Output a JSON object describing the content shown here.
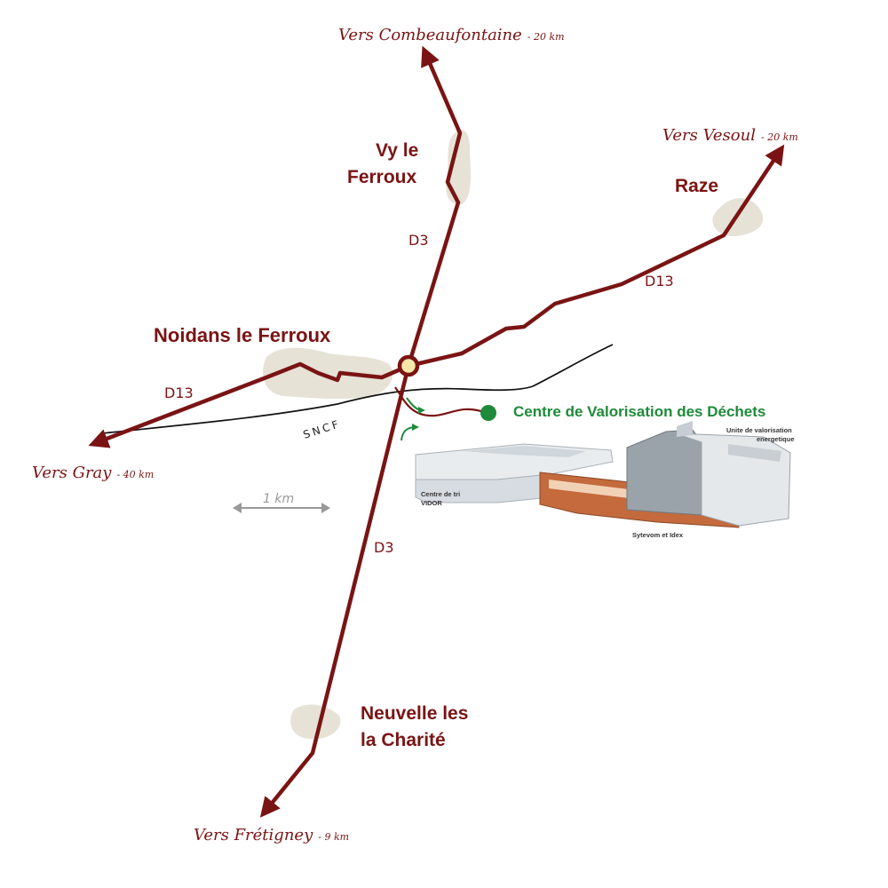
{
  "destinations": {
    "north": {
      "label": "Vers Combeaufontaine",
      "distance": "- 20 km"
    },
    "northeast": {
      "label": "Vers Vesoul",
      "distance": "- 20 km"
    },
    "west": {
      "label": "Vers Gray",
      "distance": "- 40 km"
    },
    "south": {
      "label": "Vers Frétigney",
      "distance": "- 9 km"
    }
  },
  "towns": {
    "vy_line1": "Vy le",
    "vy_line2": "Ferroux",
    "raze": "Raze",
    "noidans": "Noidans le Ferroux",
    "neuvelle_line1": "Neuvelle les",
    "neuvelle_line2": "la Charité"
  },
  "roads": {
    "d3_north": "D3",
    "d3_south": "D3",
    "d13_east": "D13",
    "d13_west": "D13"
  },
  "railway": "SNCF",
  "scale": "1 km",
  "facility": {
    "name": "Centre de Valorisation des Déchets",
    "buildings": {
      "tri_line1": "Centre de tri",
      "tri_line2": "VIDOR",
      "uve_line1": "Unite de valorisation",
      "uve_line2": "energetique",
      "sytevom": "Sytevom et Idex"
    }
  },
  "colors": {
    "road": "#7a1414",
    "facility": "#1f8a3a",
    "settlement": "#e6e2d6",
    "railway": "#111111"
  }
}
